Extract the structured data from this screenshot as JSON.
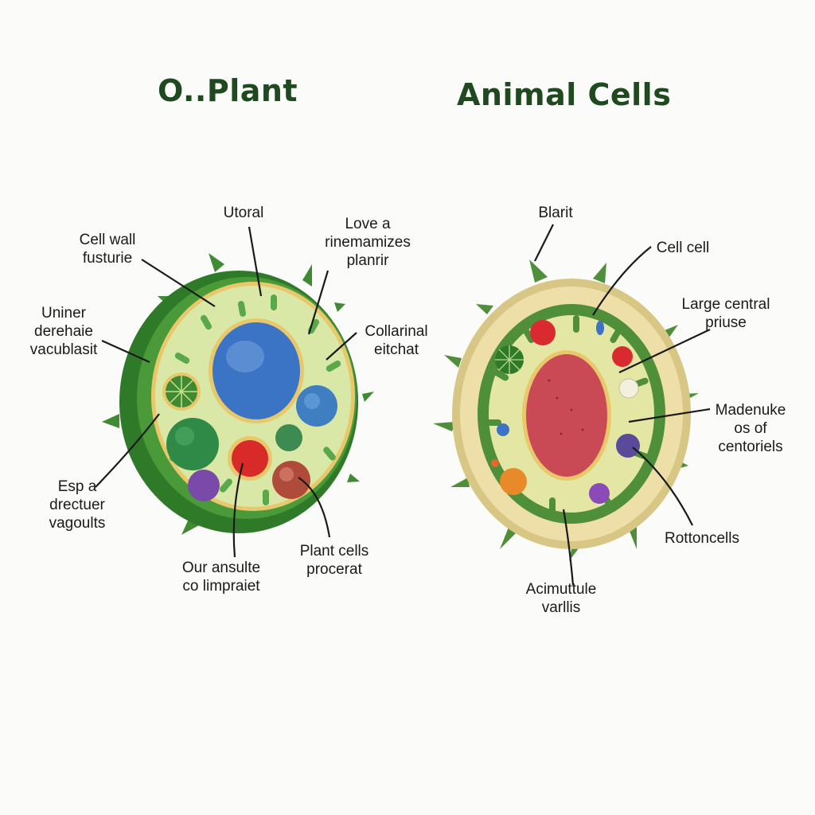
{
  "colors": {
    "title": "#1f4a1f",
    "plant_wall": "#3f8a32",
    "plant_cytoplasm": "#d9e8a6",
    "plant_nucleus": "#3b74c4",
    "animal_membrane": "#e6d79b",
    "animal_inner": "#4f8f3a",
    "animal_nucleus": "#c94a55",
    "leader_line": "#1a1a1a"
  },
  "titles": {
    "plant": "O..Plant",
    "animal": "Animal Cells"
  },
  "plant_labels": {
    "utoral": "Utoral",
    "love": "Love a\nrinemamizes\nplanrir",
    "cell_wall": "Cell wall\nfusturie",
    "uniner": "Uniner\nderehaie\nvacublasit",
    "collarinal": "Collarinal\neitchat",
    "esp": "Esp a\ndrectuer\nvagoults",
    "our": "Our ansulte\nco limpraiet",
    "plant_cells": "Plant cells\nprocerat"
  },
  "animal_labels": {
    "blarit": "Blarit",
    "cell_cell": "Cell cell",
    "large": "Large central\npriuse",
    "madenuke": "Madenuke\nos of\ncentoriels",
    "rottoncells": "Rottoncells",
    "acimuttule": "Acimuttule\nvarllis"
  }
}
